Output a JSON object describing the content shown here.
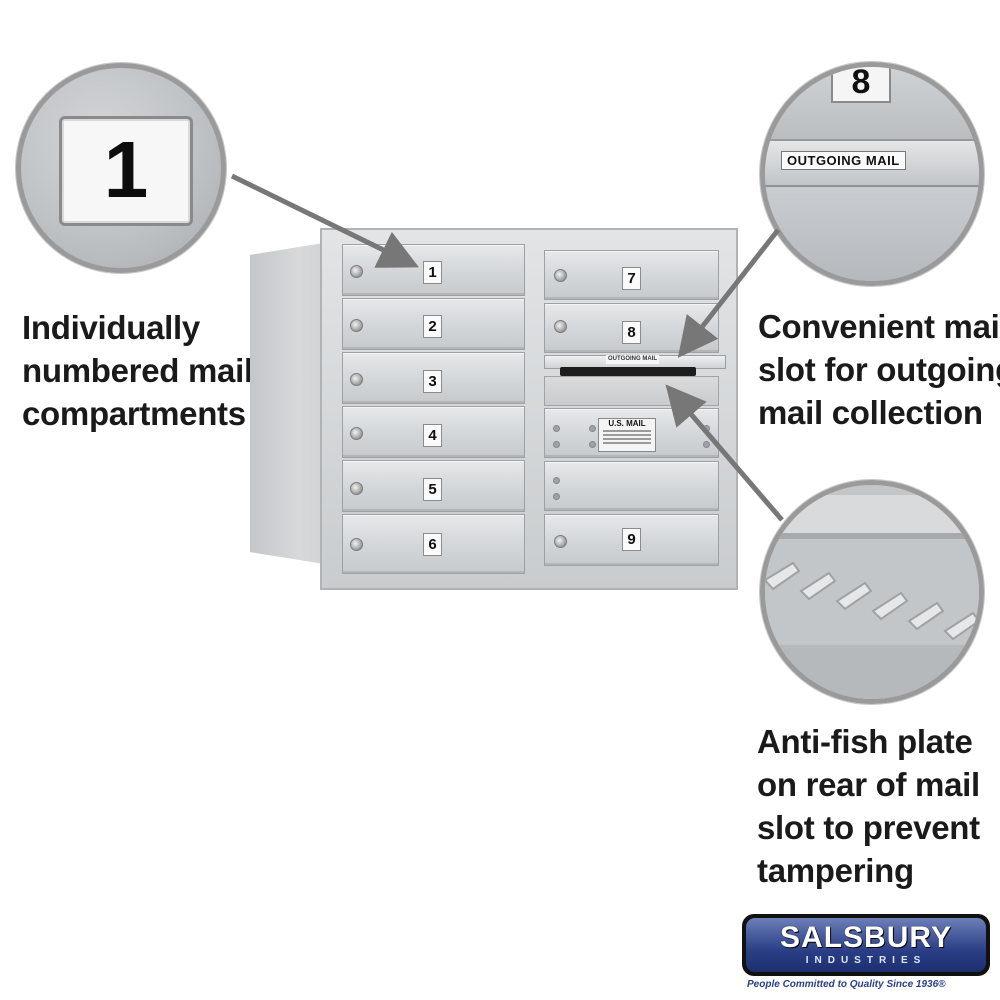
{
  "callouts": {
    "numbered": {
      "caption": [
        "Individually",
        "numbered mail",
        "compartments"
      ],
      "zoom_number": "1"
    },
    "outgoing": {
      "caption": [
        "Convenient mail",
        "slot for outgoing",
        "mail collection"
      ],
      "zoom_number": "8",
      "zoom_label": "OUTGOING MAIL"
    },
    "antifish": {
      "caption": [
        "Anti-fish plate",
        "on rear of mail",
        "slot to prevent",
        "tampering"
      ]
    }
  },
  "mailbox": {
    "left_doors": [
      "1",
      "2",
      "3",
      "4",
      "5",
      "6"
    ],
    "right_doors_top": [
      "7",
      "8"
    ],
    "right_door_bottom": "9",
    "slot_label": "OUTGOING MAIL",
    "usmail_label": "U.S. MAIL"
  },
  "logo": {
    "name": "SALSBURY",
    "sub": "INDUSTRIES",
    "tagline": "People Committed to Quality Since 1936®"
  },
  "colors": {
    "caption_text": "#1a1a1a",
    "logo_blue": "#2a3f86",
    "metal": "#c9ccce"
  }
}
